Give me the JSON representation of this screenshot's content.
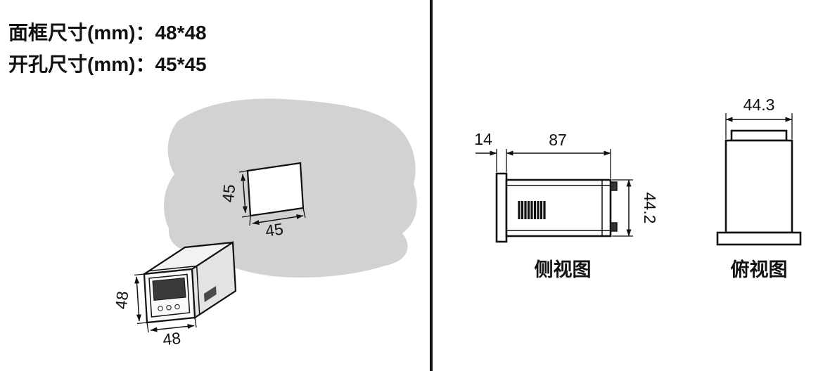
{
  "colors": {
    "panel_fill": "#d2d2d2",
    "line": "#111111",
    "display_fill": "#3a3a3a"
  },
  "header": {
    "frame_size": "面框尺寸(mm)：48*48",
    "cutout_size": "开孔尺寸(mm)：45*45"
  },
  "cutout_view": {
    "height_dim": "45",
    "width_dim": "45"
  },
  "front_3d_view": {
    "height_dim": "48",
    "width_dim": "48"
  },
  "side_view": {
    "title": "侧视图",
    "flange_depth_dim": "14",
    "body_depth_dim": "87",
    "height_dim": "44.2"
  },
  "top_view": {
    "title": "俯视图",
    "width_dim": "44.3"
  }
}
